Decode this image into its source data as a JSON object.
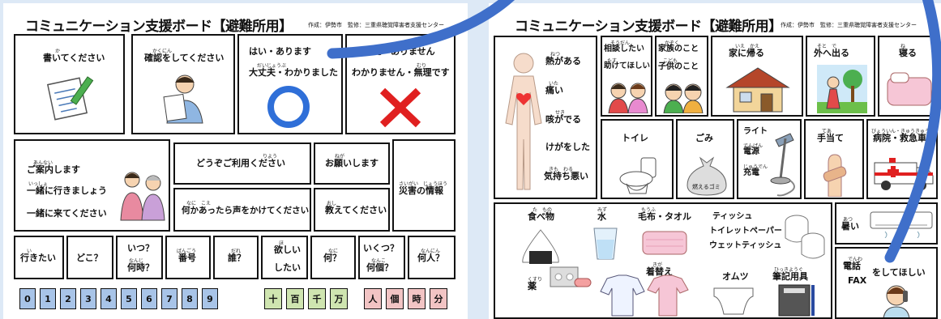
{
  "left": {
    "title": "コミュニケーション支援ボード【避難所用】",
    "credit": "作成：伊勢市　監修：三重県聴覚障害者支援センター",
    "row1": {
      "write": {
        "ruby": "か",
        "label": "書いてください"
      },
      "confirm": {
        "ruby": "かくにん",
        "label": "確認をしてください"
      },
      "yes": {
        "line1": "はい・あります",
        "ruby": "だいじょうぶ",
        "line2": "大丈夫・わかりました"
      },
      "no": {
        "line1": "いいえ・ありません",
        "ruby": "むり",
        "line2": "わかりません・無理です"
      }
    },
    "row2": {
      "guide": {
        "r1": "あんない",
        "l1": "ご案内します",
        "r2": "いっしょ",
        "l2": "一緒に行きましょう",
        "l3": "一緒に来てください"
      },
      "please_use": {
        "ruby": "りよう",
        "label": "どうぞご利用ください"
      },
      "request": {
        "ruby": "ねが",
        "label": "お願いします"
      },
      "call_me": {
        "ruby": "なに　こえ",
        "label": "何かあったら声をかけてください"
      },
      "teach": {
        "ruby": "おし",
        "label": "教えてください"
      },
      "disaster": {
        "ruby": "さいがい　じょうほう",
        "label": "災害の情報"
      }
    },
    "row3": [
      {
        "ruby": "い",
        "label": "行きたい"
      },
      {
        "ruby": "",
        "label": "どこ？"
      },
      {
        "line1": "いつ？",
        "ruby": "なんじ",
        "line2": "何時？"
      },
      {
        "ruby": "ばんごう",
        "label": "番号"
      },
      {
        "ruby": "だれ",
        "label": "誰？"
      },
      {
        "line1": "欲しい",
        "ruby": "ほ",
        "line2": "したい"
      },
      {
        "ruby": "なに",
        "label": "何？"
      },
      {
        "line1": "いくつ？",
        "ruby": "なんこ",
        "line2": "何個？"
      },
      {
        "ruby": "なんにん",
        "label": "何人？"
      }
    ],
    "digits": [
      "0",
      "1",
      "2",
      "3",
      "4",
      "5",
      "6",
      "7",
      "8",
      "9"
    ],
    "units": [
      "十",
      "百",
      "千",
      "万"
    ],
    "counters": [
      "人",
      "個",
      "時",
      "分"
    ]
  },
  "right": {
    "title": "コミュニケーション支援ボード【避難所用】",
    "credit": "作成：伊勢市　監修：三重県聴覚障害者支援センター",
    "body": {
      "fever": {
        "ruby": "ねつ",
        "label": "熱がある"
      },
      "pain": {
        "ruby": "いた",
        "label": "痛い"
      },
      "cough": {
        "ruby": "せき",
        "label": "咳がでる"
      },
      "injury": {
        "label": "けがをした"
      },
      "sick": {
        "ruby": "きも　わる",
        "label": "気持ち悪い"
      }
    },
    "consult": {
      "r1": "そうだん",
      "l1": "相談したい",
      "r2": "たす",
      "l2": "助けてほしい"
    },
    "family": {
      "r1": "かぞく",
      "l1": "家族のこと",
      "r2": "こども",
      "l2": "子供のこと"
    },
    "home": {
      "ruby": "いえ　かえ",
      "label": "家に帰る"
    },
    "outside": {
      "ruby": "そと　で",
      "label": "外へ出る"
    },
    "sleep": {
      "ruby": "ね",
      "label": "寝る"
    },
    "toilet": {
      "label": "トイレ"
    },
    "trash": {
      "label": "ごみ",
      "bag_text": "燃えるゴミ"
    },
    "power": {
      "l1": "ライト",
      "r2": "でんげん",
      "l2": "電源",
      "r3": "じゅうでん",
      "l3": "充電"
    },
    "treat": {
      "ruby": "てあ",
      "label": "手当て"
    },
    "hospital": {
      "ruby": "びょういん・きゅうきゅうしゃ",
      "label": "病院・救急車"
    },
    "supplies": {
      "food": {
        "ruby": "た　もの",
        "label": "食べ物"
      },
      "water": {
        "ruby": "みず",
        "label": "水"
      },
      "blanket": {
        "ruby": "もうふ",
        "label": "毛布・タオル"
      },
      "tissue": [
        "ティッシュ",
        "トイレットペーパー",
        "ウェットティッシュ"
      ],
      "medicine": {
        "ruby": "くすり",
        "label": "薬"
      },
      "clothes": {
        "ruby": "きが",
        "label": "着替え"
      },
      "diaper": {
        "label": "オムツ"
      },
      "stationery": {
        "ruby": "ひっきようぐ",
        "label": "筆記用具"
      }
    },
    "hot": {
      "ruby": "あつ",
      "label": "暑い"
    },
    "phone": {
      "ruby": "でんわ",
      "l1": "電話",
      "l2": "FAX",
      "l3": "をしてほしい"
    }
  },
  "colors": {
    "background": "#dde9f6",
    "arc": "#3f6fca",
    "digit": "#a8c4e8",
    "unit": "#cfe5b0",
    "counter": "#f2c4c4",
    "ring": "#2f6fd8",
    "cross": "#e02020"
  }
}
